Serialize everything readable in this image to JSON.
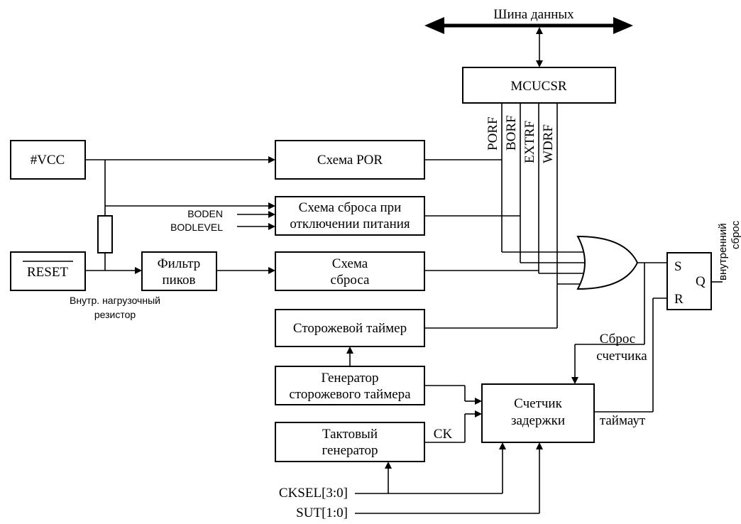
{
  "bus_label": "Шина данных",
  "blocks": {
    "mcucsr": "MCUCSR",
    "vcc": "#VCC",
    "reset": "RESET",
    "por": "Схема POR",
    "bod_line1": "Схема сброса при",
    "bod_line2": "отключении питания",
    "spike_line1": "Фильтр",
    "spike_line2": "пиков",
    "reset_circuit_line1": "Схема",
    "reset_circuit_line2": "сброса",
    "watchdog": "Сторожевой таймер",
    "wdt_osc_line1": "Генератор",
    "wdt_osc_line2": "сторожевого таймера",
    "clock_line1": "Тактовый",
    "clock_line2": "генератор",
    "delay_line1": "Счетчик",
    "delay_line2": "задержки"
  },
  "flags": [
    "PORF",
    "BORF",
    "EXTRF",
    "WDRF"
  ],
  "labels": {
    "boden": "BODEN",
    "bodlevel": "BODLEVEL",
    "pullup_line1": "Внутр. нагрузочный",
    "pullup_line2": "резистор",
    "s": "S",
    "r": "R",
    "q": "Q",
    "internal_reset_line1": "внутренний",
    "internal_reset_line2": "сброс",
    "counter_reset_line1": "Сброс",
    "counter_reset_line2": "счетчика",
    "timeout": "таймаут",
    "ck": "CK",
    "cksel": "CKSEL[3:0]",
    "sut": "SUT[1:0]"
  }
}
